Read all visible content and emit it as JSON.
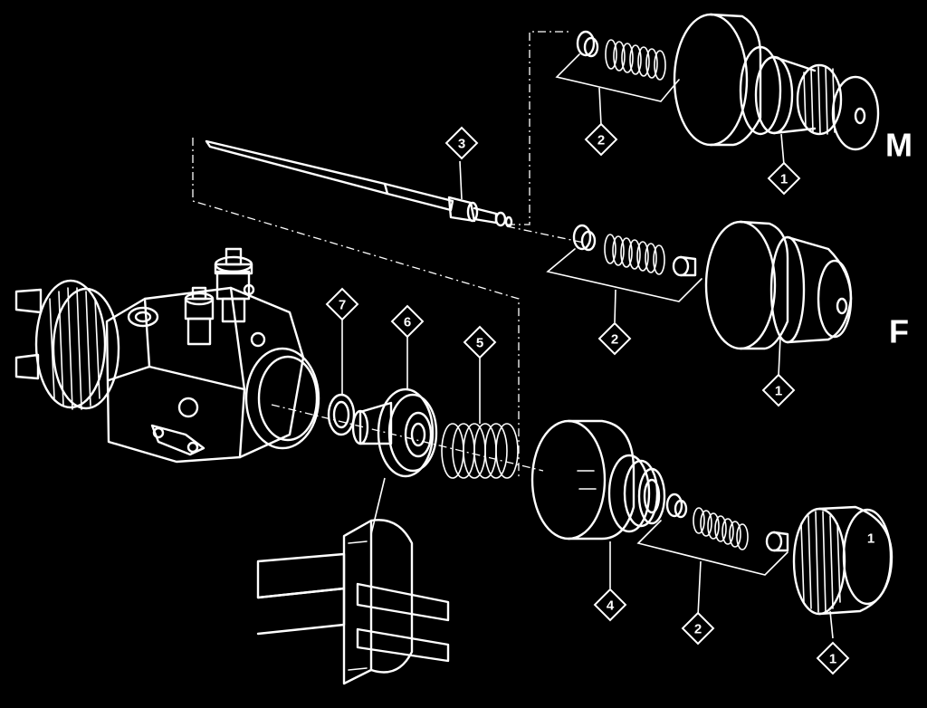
{
  "variants": {
    "m": "M",
    "f": "F"
  },
  "callouts": {
    "c1_top": "1",
    "c2_top": "2",
    "c3": "3",
    "c1_mid": "1",
    "c2_mid": "2",
    "c7": "7",
    "c6": "6",
    "c5": "5",
    "c4": "4",
    "c2_bot": "2",
    "c1_bot": "1"
  },
  "knob_mark": "1",
  "colors": {
    "background": "#000000",
    "linework": "#ffffff"
  }
}
